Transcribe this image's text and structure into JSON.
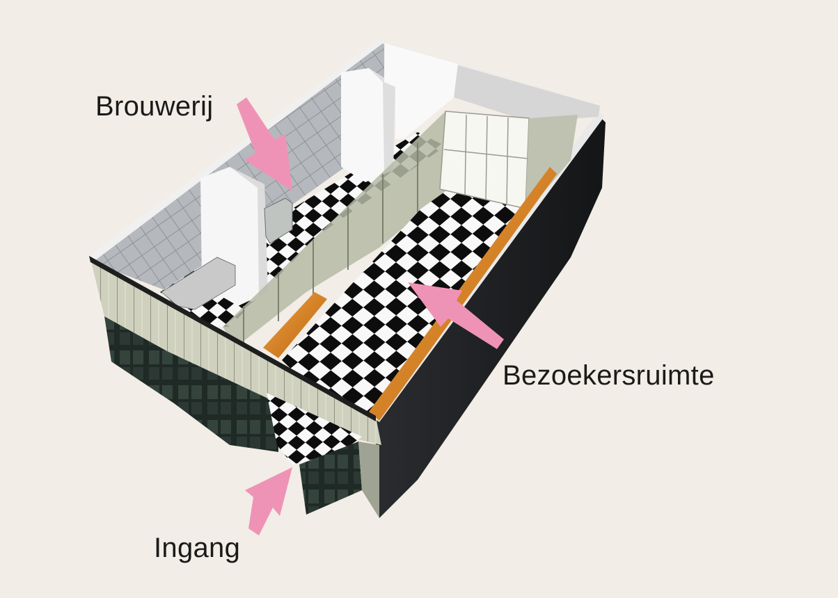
{
  "labels": {
    "brewery": "Brouwerij",
    "visitor_area": "Bezoekersruimte",
    "entrance": "Ingang"
  },
  "colors": {
    "background": "#f2ede6",
    "arrow": "#ef93b6",
    "bar_counter": "#d9801f",
    "dark_wall": "#1d1f22",
    "panel_wall": "#c9cbb7",
    "tile_wall": "#a9acb0",
    "white_wall": "#f4f4f4"
  },
  "icons": [
    "pointer-arrow-icon"
  ]
}
